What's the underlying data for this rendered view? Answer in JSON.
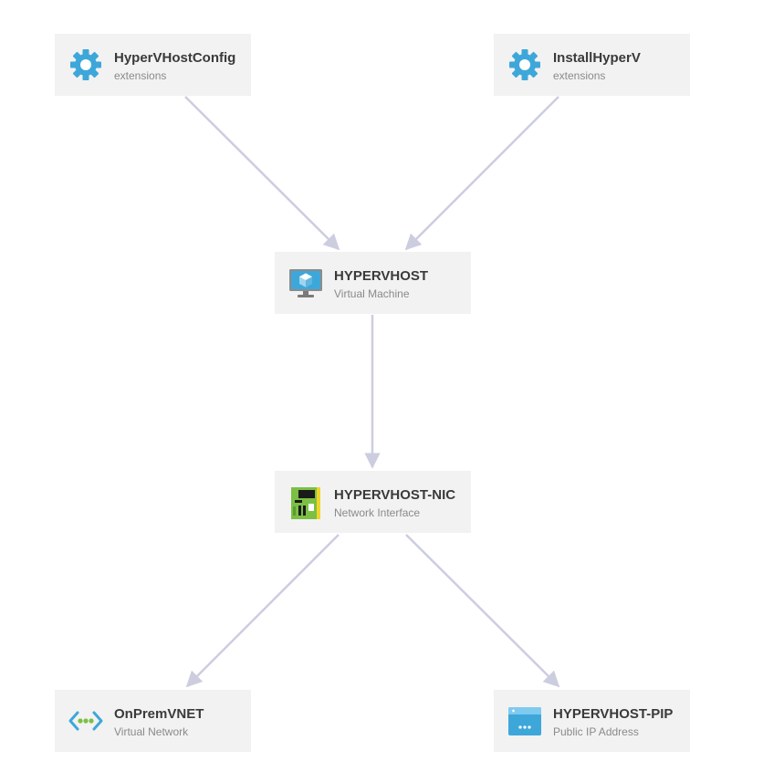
{
  "colors": {
    "node_bg": "#f2f2f2",
    "edge": "#cdcde0",
    "title": "#3a3a3a",
    "subtitle": "#8a8a8a",
    "gear_icon": "#3ea7da"
  },
  "nodes": [
    {
      "id": "hypervhostconfig",
      "title": "HyperVHostConfig",
      "subtitle": "extensions",
      "icon": "gear-icon"
    },
    {
      "id": "installhyperv",
      "title": "InstallHyperV",
      "subtitle": "extensions",
      "icon": "gear-icon"
    },
    {
      "id": "hypervhost",
      "title": "HYPERVHOST",
      "subtitle": "Virtual Machine",
      "icon": "virtual-machine-icon"
    },
    {
      "id": "nic",
      "title": "HYPERVHOST-NIC",
      "subtitle": "Network Interface",
      "icon": "network-interface-icon"
    },
    {
      "id": "onpremvnet",
      "title": "OnPremVNET",
      "subtitle": "Virtual Network",
      "icon": "virtual-network-icon"
    },
    {
      "id": "pip",
      "title": "HYPERVHOST-PIP",
      "subtitle": "Public IP Address",
      "icon": "public-ip-icon"
    }
  ],
  "edges": [
    {
      "from": "hypervhostconfig",
      "to": "hypervhost"
    },
    {
      "from": "installhyperv",
      "to": "hypervhost"
    },
    {
      "from": "hypervhost",
      "to": "nic"
    },
    {
      "from": "nic",
      "to": "onpremvnet"
    },
    {
      "from": "nic",
      "to": "pip"
    }
  ]
}
